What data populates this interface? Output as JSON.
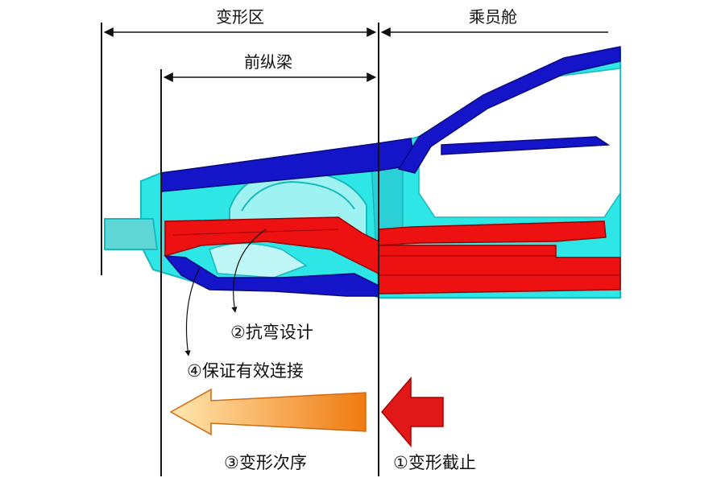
{
  "labels": {
    "deformation_zone": "变形区",
    "passenger_cabin": "乘员舱",
    "front_rail": "前纵梁",
    "bending_design": "②抗弯设计",
    "effective_connection": "④保证有效连接",
    "deformation_sequence": "③变形次序",
    "deformation_stop": "①变形截止"
  },
  "colors": {
    "cyan_body": "#2ee6e6",
    "cyan_dark": "#19b8bc",
    "blue_frame": "#1414c8",
    "red_rail": "#ee1111",
    "arrow_red": "#e01818",
    "arrow_orange_start": "#ffe8b0",
    "arrow_orange_end": "#f07a10",
    "line": "#111111"
  }
}
